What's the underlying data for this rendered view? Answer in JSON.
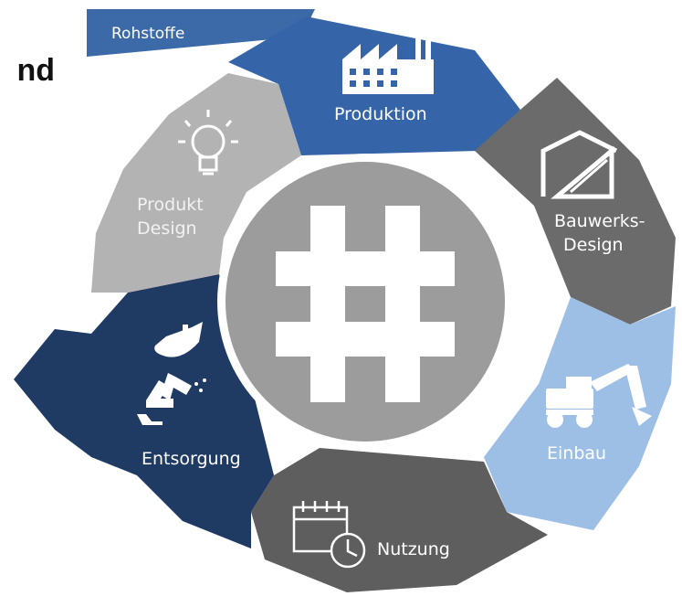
{
  "heading_fragment": "nd",
  "center_symbol": "#",
  "segments": {
    "rohstoffe": {
      "label": "Rohstoffe",
      "icon": "none",
      "color": "#3c6aa8"
    },
    "produktion": {
      "label": "Produktion",
      "icon": "factory-icon",
      "color": "#3565a8"
    },
    "bauwerks_design": {
      "label_line1": "Bauwerks-",
      "label_line2": "Design",
      "icon": "house-ruler-icon",
      "color": "#6b6b6b"
    },
    "einbau": {
      "label": "Einbau",
      "icon": "excavator-icon",
      "color": "#9dbfe6"
    },
    "nutzung": {
      "label": "Nutzung",
      "icon": "calendar-clock-icon",
      "color": "#5e5e5e"
    },
    "entsorgung": {
      "label": "Entsorgung",
      "icon": "recycle-bucket-icon",
      "color": "#1f3a63"
    },
    "produkt_design": {
      "label_line1": "Produkt",
      "label_line2": "Design",
      "icon": "lightbulb-icon",
      "color": "#b3b3b3"
    }
  },
  "colors": {
    "hub": "#9c9c9c",
    "hub_ring": "#ffffff",
    "hash": "#ffffff"
  }
}
